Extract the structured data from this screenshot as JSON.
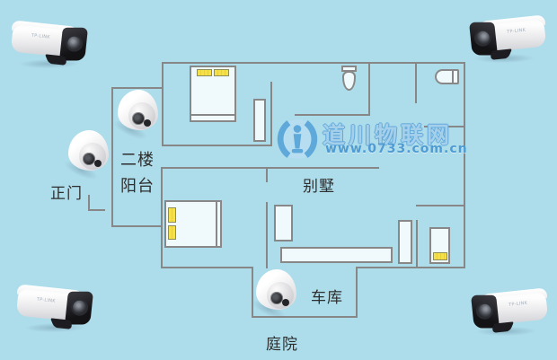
{
  "diagram": {
    "title_hint": "villa security camera installation floor plan"
  },
  "labels": {
    "balcony_line1": "二楼",
    "balcony_line2": "阳台",
    "front_door": "正门",
    "villa": "别墅",
    "garage": "车库",
    "courtyard": "庭院"
  },
  "watermark": {
    "brand": "道川物联网",
    "url": "www.0733.com.cn"
  },
  "cameras": {
    "brand": "TP-LINK"
  },
  "colors": {
    "background": "#addceb",
    "wall": "#878787",
    "furniture_fill": "#f0f9fc",
    "pillow_yellow": "#f6e049",
    "watermark_blue": "#62a8da",
    "watermark_url_blue": "#4f9cd4",
    "label_text": "#2e2e2e"
  }
}
